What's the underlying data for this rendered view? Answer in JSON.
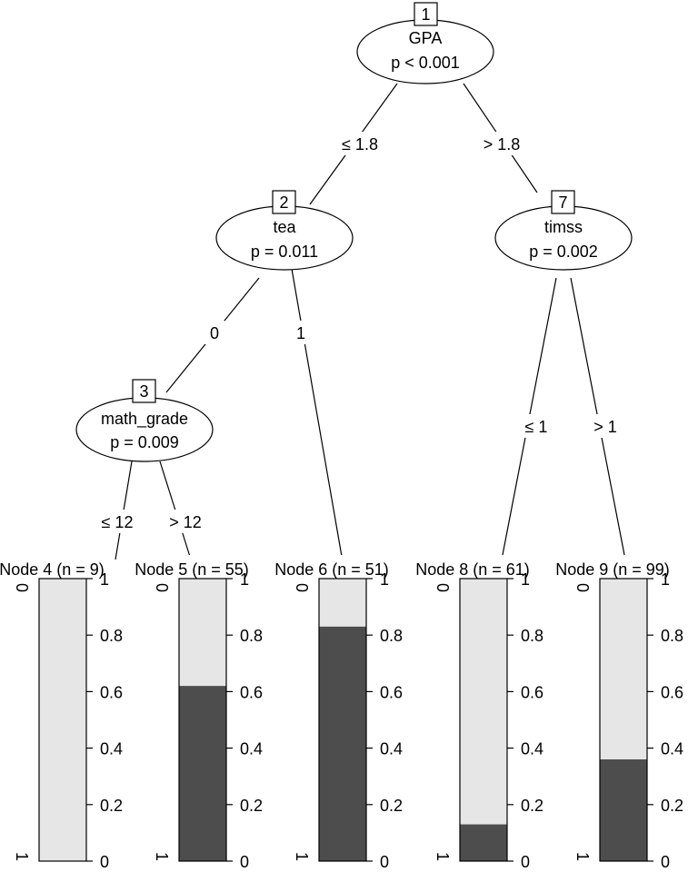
{
  "tree": {
    "inner_nodes": [
      {
        "id": "1",
        "variable": "GPA",
        "pvalue": "p < 0.001"
      },
      {
        "id": "2",
        "variable": "tea",
        "pvalue": "p = 0.011"
      },
      {
        "id": "3",
        "variable": "math_grade",
        "pvalue": "p = 0.009"
      },
      {
        "id": "7",
        "variable": "timss",
        "pvalue": "p = 0.002"
      }
    ],
    "edge_labels": {
      "n1_left": "≤ 1.8",
      "n1_right": "> 1.8",
      "n2_left": "0",
      "n2_right": "1",
      "n3_left": "≤ 12",
      "n3_right": "> 12",
      "n7_left": "≤ 1",
      "n7_right": "> 1"
    },
    "terminal_nodes": [
      {
        "label": "Node 4 (n = 9)",
        "class_1_fraction": 0.0
      },
      {
        "label": "Node 5 (n = 55)",
        "class_1_fraction": 0.62
      },
      {
        "label": "Node 6 (n = 51)",
        "class_1_fraction": 0.83
      },
      {
        "label": "Node 8 (n = 61)",
        "class_1_fraction": 0.13
      },
      {
        "label": "Node 9 (n = 99)",
        "class_1_fraction": 0.36
      }
    ],
    "bar_class_labels": {
      "top": "0",
      "bottom": "1"
    },
    "axis_ticks": [
      "0",
      "0.2",
      "0.4",
      "0.6",
      "0.8",
      "1"
    ],
    "colors": {
      "class_0": "#e6e6e6",
      "class_1": "#4d4d4d"
    }
  }
}
